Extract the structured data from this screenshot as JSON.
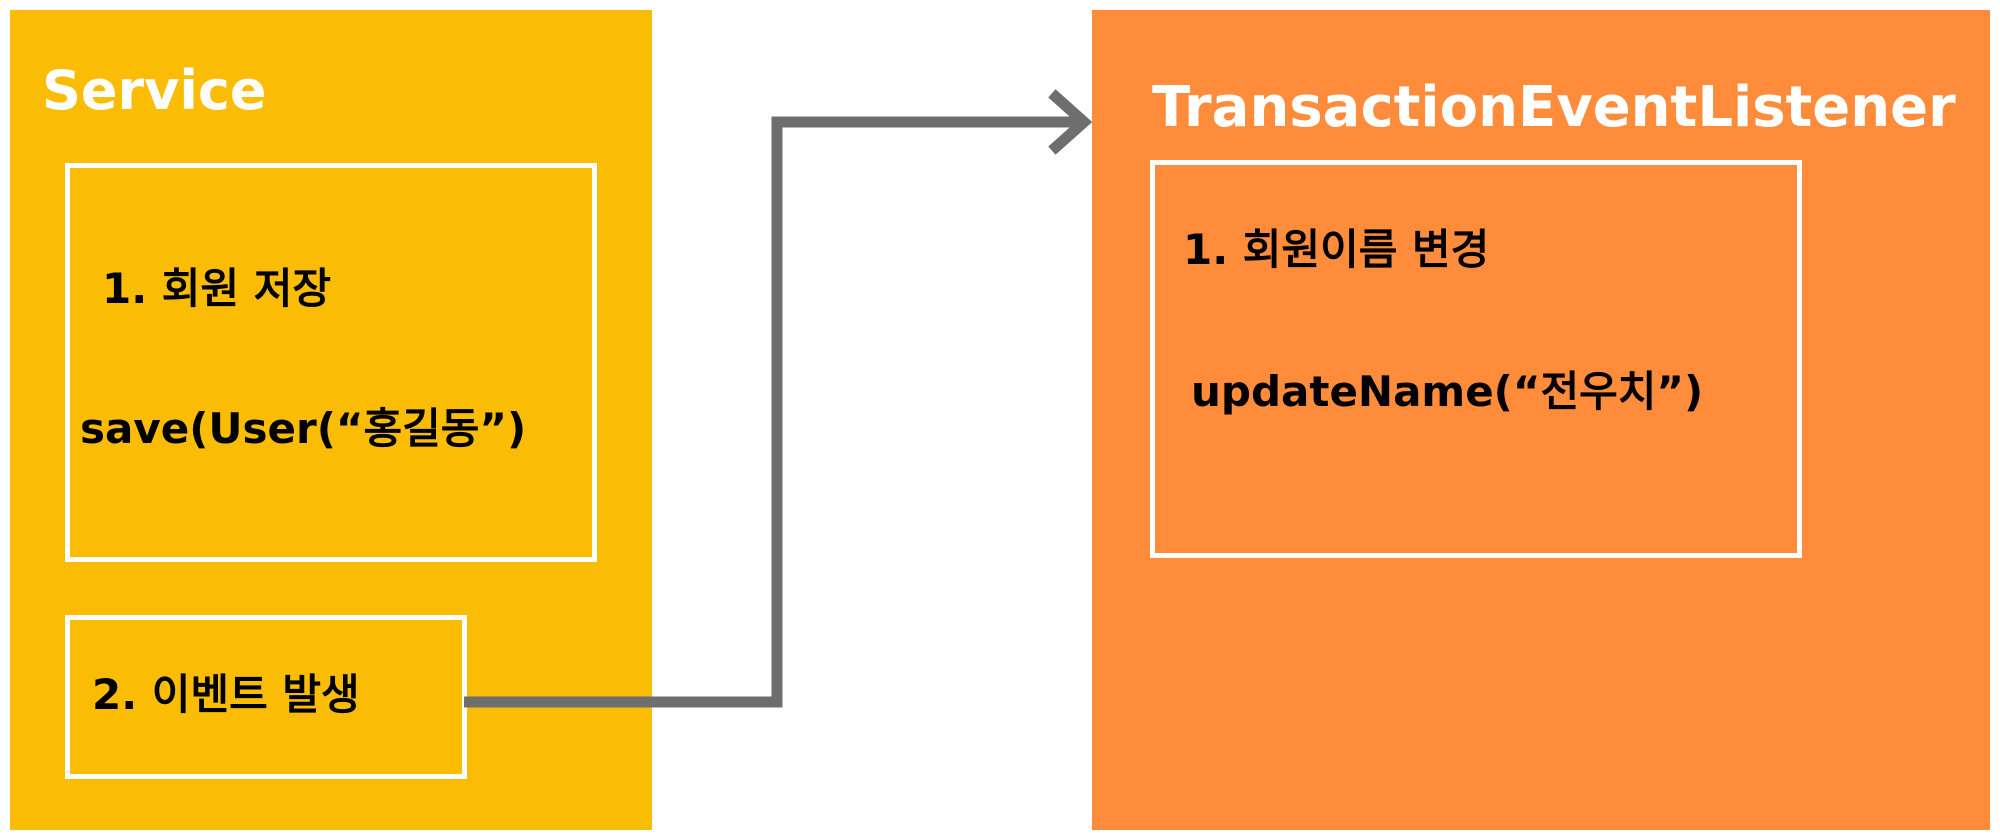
{
  "colors": {
    "service_panel": "#fbbc05",
    "listener_panel": "#ff8c3b",
    "box_border": "#ffffff",
    "title_text": "#ffffff",
    "body_text": "#000000",
    "connector": "#6e6e6e"
  },
  "service": {
    "title": "Service",
    "save_box": {
      "step": "1. 회원 저장",
      "code": "save(User(“홍길동”)"
    },
    "event_box": {
      "step": "2. 이벤트 발생"
    }
  },
  "listener": {
    "title": "TransactionEventListener",
    "update_box": {
      "step": "1. 회원이름 변경",
      "code": "updateName(“전우치”)"
    }
  }
}
